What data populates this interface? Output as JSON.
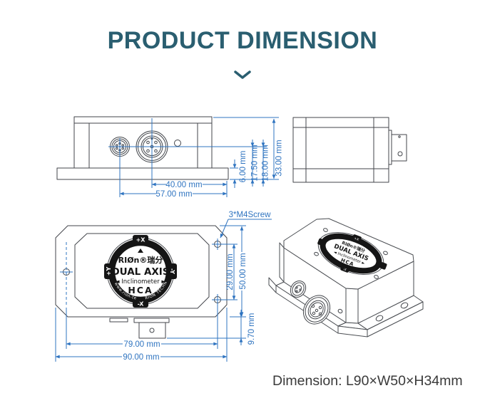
{
  "page": {
    "title": "PRODUCT DIMENSION",
    "footer": "Dimension: L90×W50×H34mm"
  },
  "colors": {
    "title_teal": "#2a5e70",
    "dimension_blue": "#2f74c0",
    "drawing_line_gray": "#43464b",
    "label_black": "#151515",
    "background": "#ffffff"
  },
  "icons": {
    "chevron_down": "chevron-down"
  },
  "device_label": {
    "brand": "RIØn®瑞分",
    "line1": "DUAL AXIS",
    "line2": "◄ Inclinometer ►",
    "line3": "HCA",
    "axis_top": "+X",
    "axis_bottom": "-X",
    "axis_left": "+Y",
    "axis_right": "-Y",
    "ring_left": "www.rion-tech.net",
    "ring_right": "RION TECHNOLOGY"
  },
  "front_view": {
    "dim_40": "40.00 mm",
    "dim_57": "57.00 mm",
    "dim_6": "6.00 mm",
    "dim_17_5": "17.50 mm",
    "dim_18": "18.00 mm",
    "dim_33": "33.00 mm"
  },
  "top_view": {
    "screw_note": "3*M4Screw",
    "dim_29": "29.00 mm",
    "dim_50": "50.00 mm",
    "dim_9_7": "9.70 mm",
    "dim_79": "79.00 mm",
    "dim_90": "90.00 mm"
  }
}
